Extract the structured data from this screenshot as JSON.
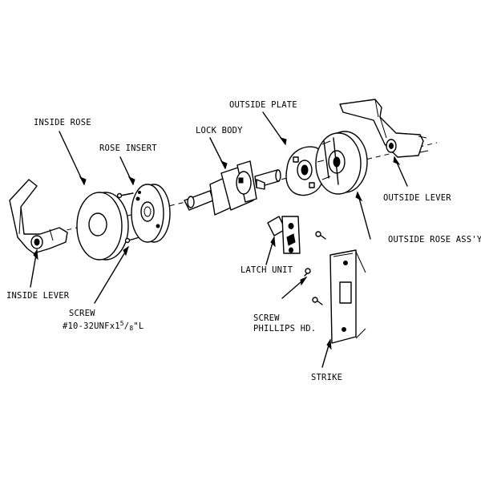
{
  "labels": {
    "inside_rose": "INSIDE ROSE",
    "rose_insert": "ROSE INSERT",
    "lock_body": "LOCK BODY",
    "outside_plate": "OUTSIDE PLATE",
    "outside_lever": "OUTSIDE LEVER",
    "outside_rose_assy": "OUTSIDE ROSE ASS'Y",
    "latch_unit": "LATCH UNIT",
    "inside_lever": "INSIDE LEVER",
    "screw_1": "SCREW",
    "screw_1_spec_a": "#10-32UNFx1",
    "screw_1_spec_num": "5",
    "screw_1_spec_sep": "/",
    "screw_1_spec_den": "8",
    "screw_1_spec_b": "\"L",
    "screw_2": "SCREW",
    "screw_2_type": "PHILLIPS HD.",
    "strike": "STRIKE"
  }
}
